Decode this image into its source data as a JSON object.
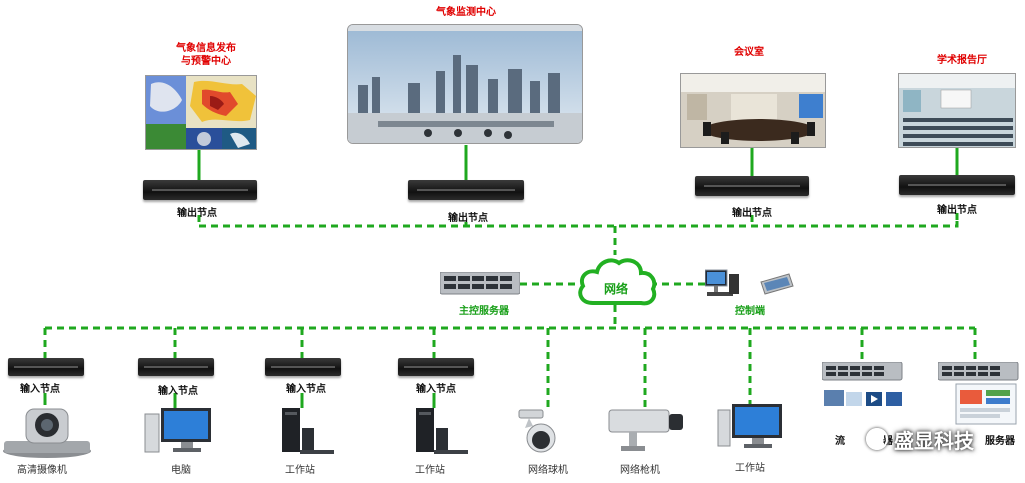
{
  "top": {
    "weather_center": "气象信息发布\n与预警中心",
    "monitor_center": "气象监测中心",
    "meeting_room": "会议室",
    "lecture_hall": "学术报告厅"
  },
  "output_label": "输出节点",
  "input_label": "输入节点",
  "network": {
    "cloud_label": "网络",
    "main_server": "主控服务器",
    "control_end": "控制端"
  },
  "devices": {
    "camera": "高清摄像机",
    "pc": "电脑",
    "workstation1": "工作站",
    "workstation2": "工作站",
    "dome_camera": "网络球机",
    "bullet_camera": "网络枪机",
    "workstation3": "工作站",
    "media_server": "流",
    "media_server_tail": "器",
    "other_server": "服务器"
  },
  "watermark": "盛显科技",
  "colors": {
    "link": "#1fa81f",
    "cloud": "#22b022",
    "red_label": "#e00000"
  }
}
